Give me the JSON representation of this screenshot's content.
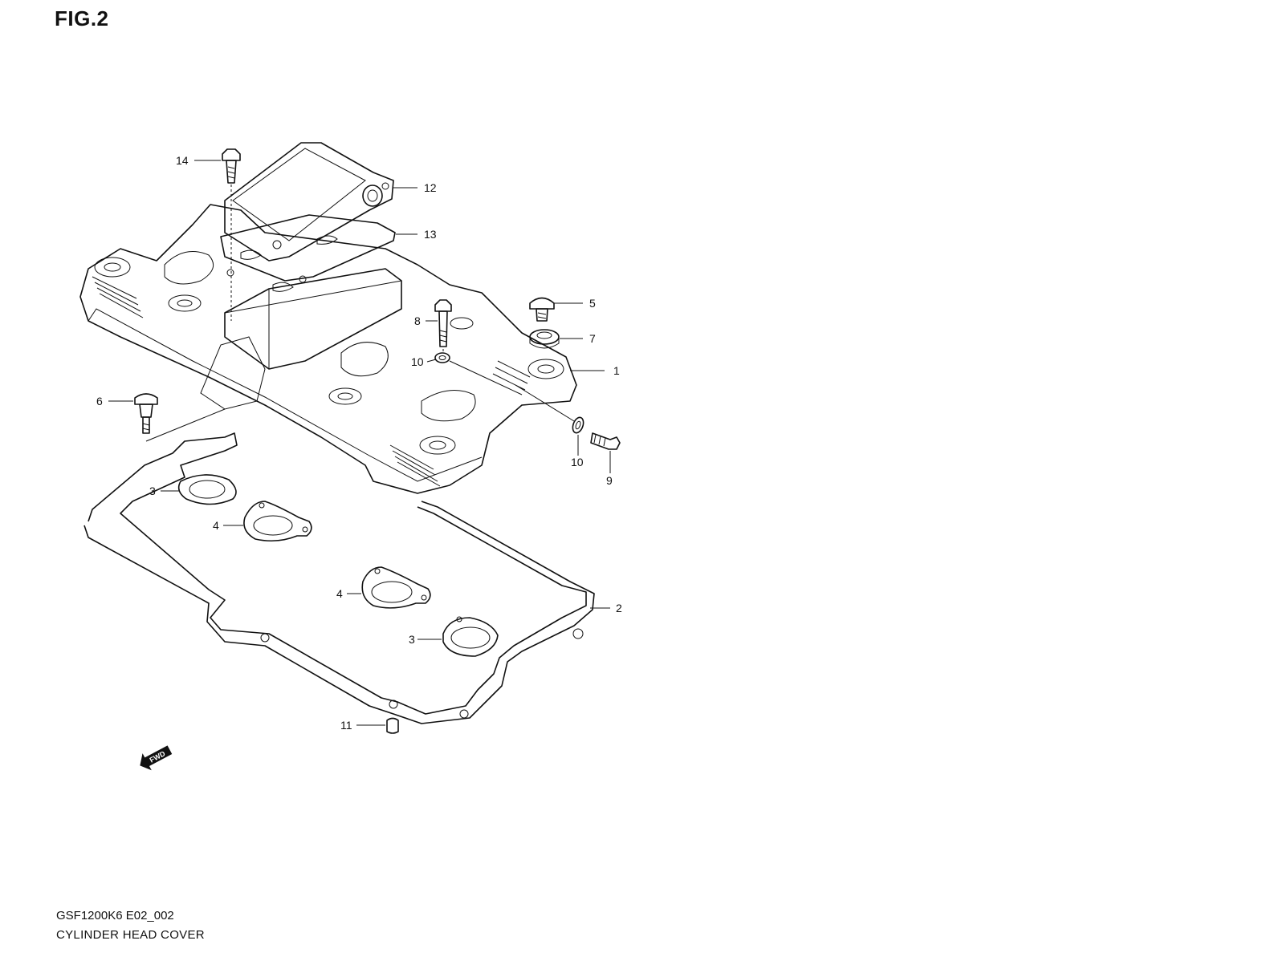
{
  "figure": {
    "title": "FIG.2"
  },
  "footer": {
    "model_code": "GSF1200K6 E02_002",
    "diagram_name": "CYLINDER HEAD COVER"
  },
  "fwd_marker": {
    "label": "FWD"
  },
  "callouts": {
    "c1": "1",
    "c2": "2",
    "c3a": "3",
    "c3b": "3",
    "c4a": "4",
    "c4b": "4",
    "c5": "5",
    "c6": "6",
    "c7": "7",
    "c8": "8",
    "c9": "9",
    "c10a": "10",
    "c10b": "10",
    "c11": "11",
    "c12": "12",
    "c13": "13",
    "c14": "14"
  }
}
